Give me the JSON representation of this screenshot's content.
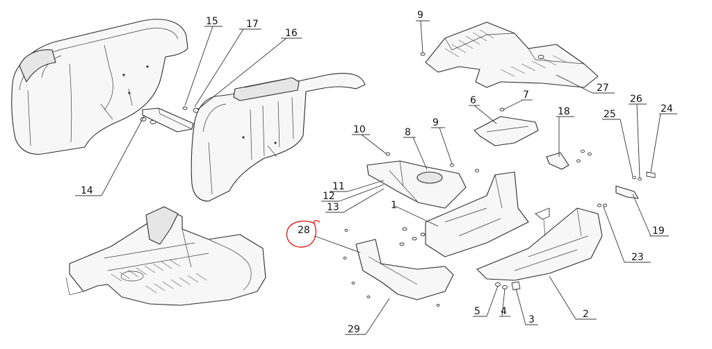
{
  "accent_colors": {
    "highlight": "#e0201c",
    "line": "#2b2b2b"
  },
  "callouts": {
    "c1": "1",
    "c2": "2",
    "c3": "3",
    "c4": "4",
    "c5": "5",
    "c6": "6",
    "c7": "7",
    "c8": "8",
    "c9a": "9",
    "c9b": "9",
    "c10": "10",
    "c11": "11",
    "c12": "12",
    "c13": "13",
    "c14": "14",
    "c15": "15",
    "c16": "16",
    "c17": "17",
    "c18": "18",
    "c19": "19",
    "c23": "23",
    "c24": "24",
    "c25": "25",
    "c26": "26",
    "c27": "27",
    "c28": "28",
    "c29": "29"
  }
}
